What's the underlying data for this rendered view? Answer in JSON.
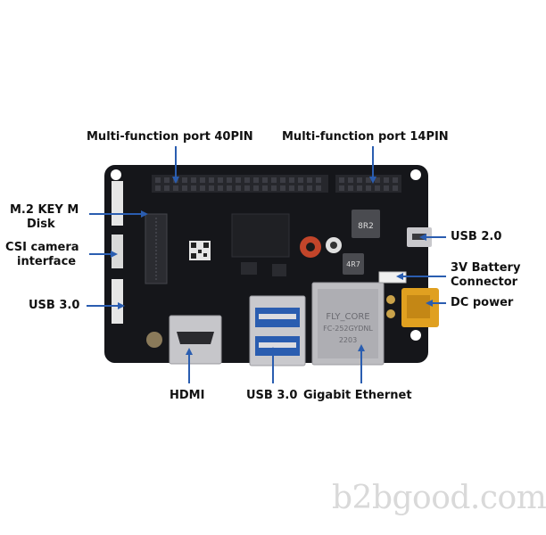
{
  "labels": {
    "port_40pin": "Multi-function port 40PIN",
    "port_14pin": "Multi-function port 14PIN",
    "m2_line1": "M.2 KEY M",
    "m2_line2": "Disk",
    "csi_line1": "CSI camera",
    "csi_line2": "interface",
    "usb30_left": "USB 3.0",
    "usb20": "USB 2.0",
    "battery_line1": "3V Battery",
    "battery_line2": "Connector",
    "dc_power": "DC power",
    "hdmi": "HDMI",
    "usb30_bottom": "USB 3.0",
    "ethernet": "Gigabit Ethernet"
  },
  "board_text": {
    "ethernet_brand": "FLY_CORE",
    "ethernet_model": "FC-252GYDNL",
    "ethernet_code": "2203",
    "inductor1": "8R2",
    "inductor2": "4R7"
  },
  "watermark": "b2bgood.com",
  "colors": {
    "pcb": "#15161a",
    "arrow": "#2a5db0",
    "header_pins": "#2a2b30",
    "gold": "#c9a24a",
    "dc_connector": "#e0a020",
    "metal": "#b8b8bc"
  }
}
